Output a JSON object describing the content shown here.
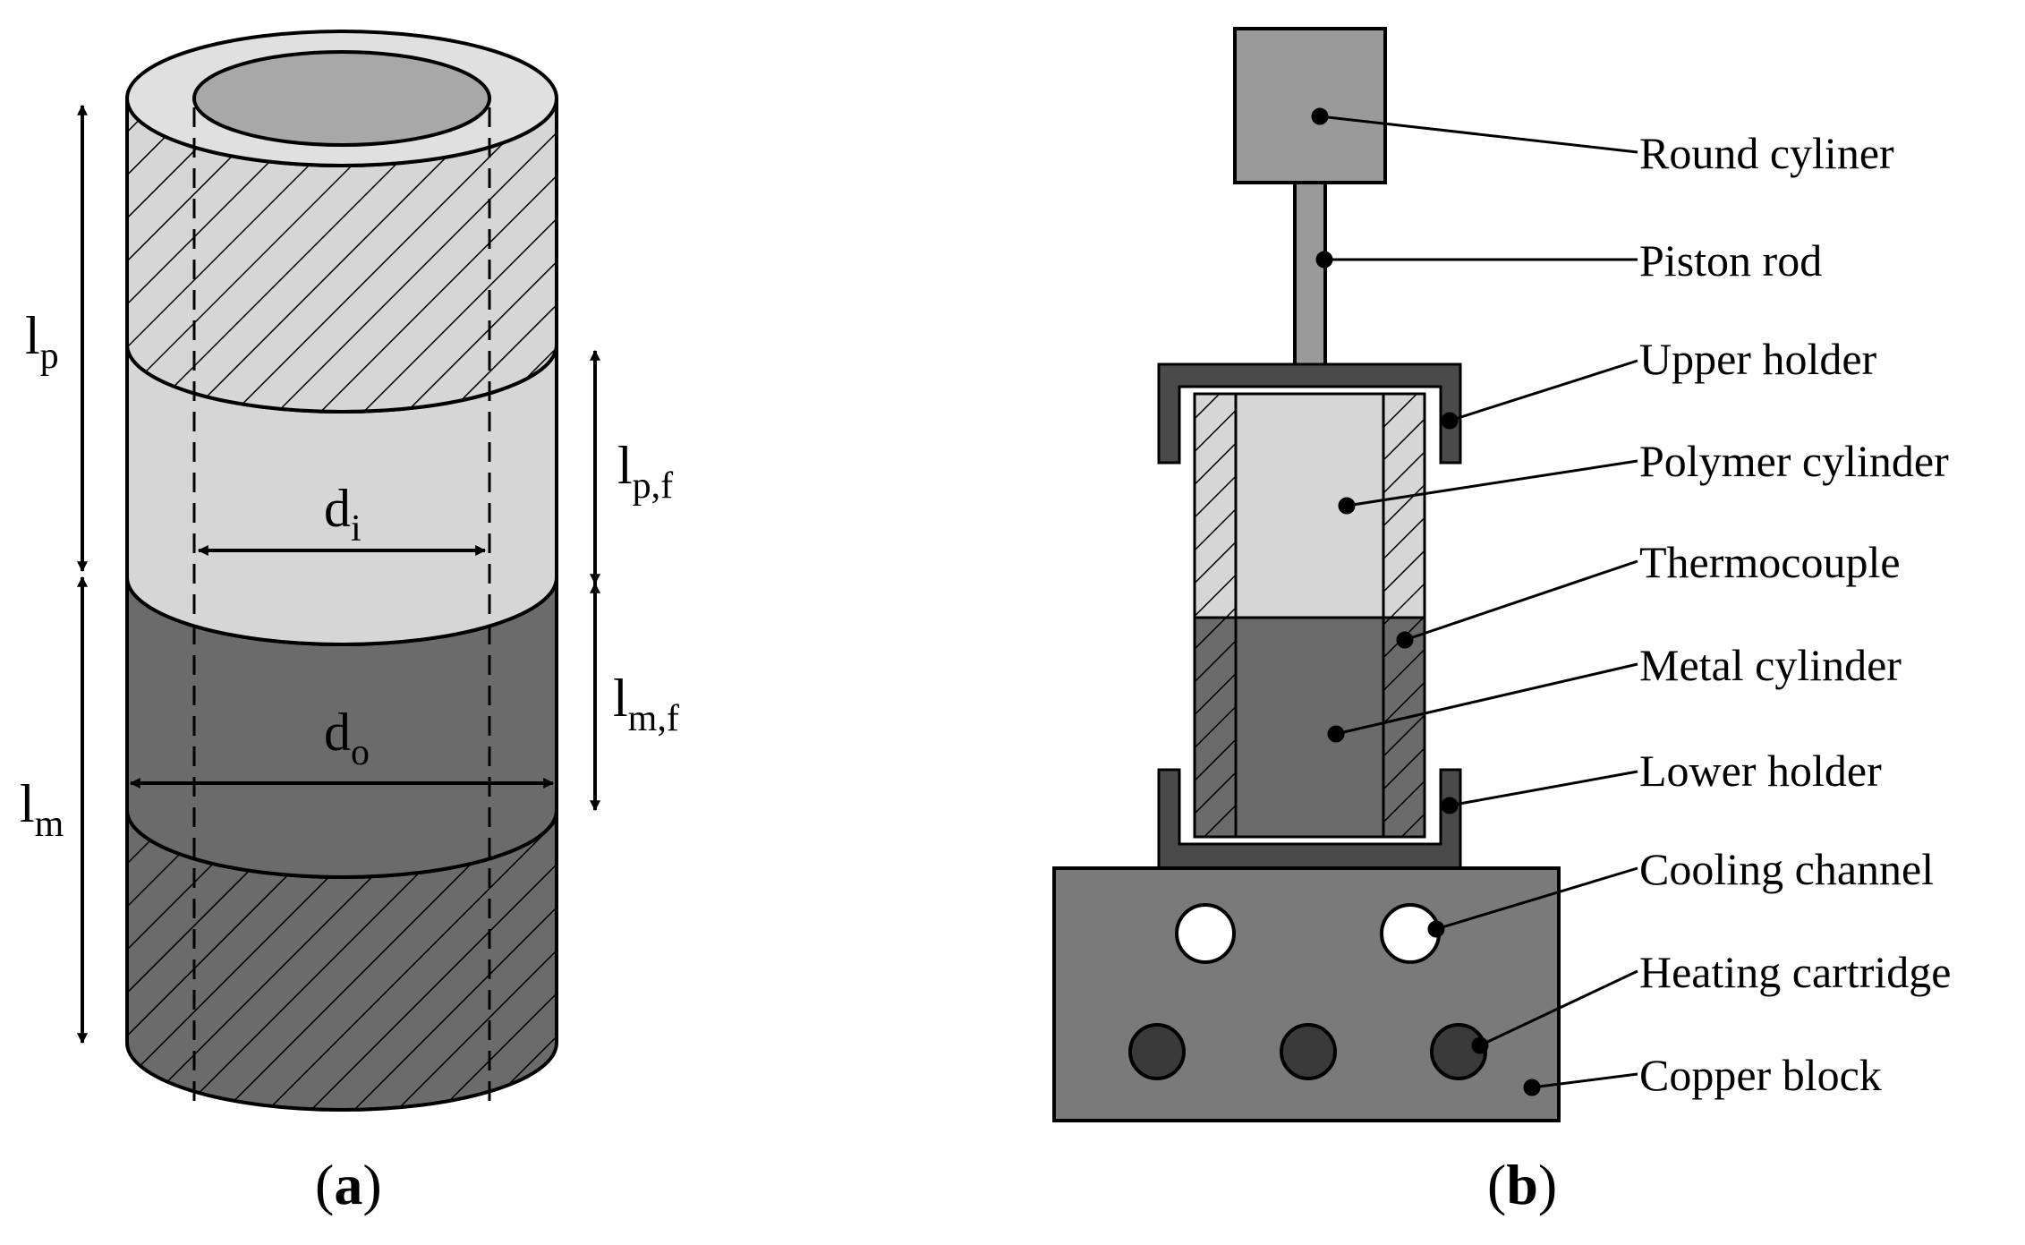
{
  "panel_a": {
    "label_open": "(",
    "label_letter": "a",
    "label_close": ")",
    "dimensions": {
      "lp": {
        "main": "l",
        "sub": "p"
      },
      "lm": {
        "main": "l",
        "sub": "m"
      },
      "lpf": {
        "main": "l",
        "sub": "p,f"
      },
      "lmf": {
        "main": "l",
        "sub": "m,f"
      },
      "di": {
        "main": "d",
        "sub": "i"
      },
      "do": {
        "main": "d",
        "sub": "o"
      }
    }
  },
  "panel_b": {
    "label_open": "(",
    "label_letter": "b",
    "label_close": ")",
    "callouts": [
      "Round cyliner",
      "Piston rod",
      "Upper holder",
      "Polymer cylinder",
      "Thermocouple",
      "Metal cylinder",
      "Lower holder",
      "Cooling channel",
      "Heating cartridge",
      "Copper block"
    ]
  },
  "colors": {
    "polymer_light": "#d6d6d6",
    "polymer_top": "#e0e0e0",
    "inner_top": "#a8a8a8",
    "metal_dark": "#6b6b6b",
    "holder": "#4a4a4a",
    "copper_block": "#7a7a7a",
    "cylinder_head": "#9a9a9a",
    "cartridge": "#3a3a3a",
    "channel": "#ffffff"
  }
}
